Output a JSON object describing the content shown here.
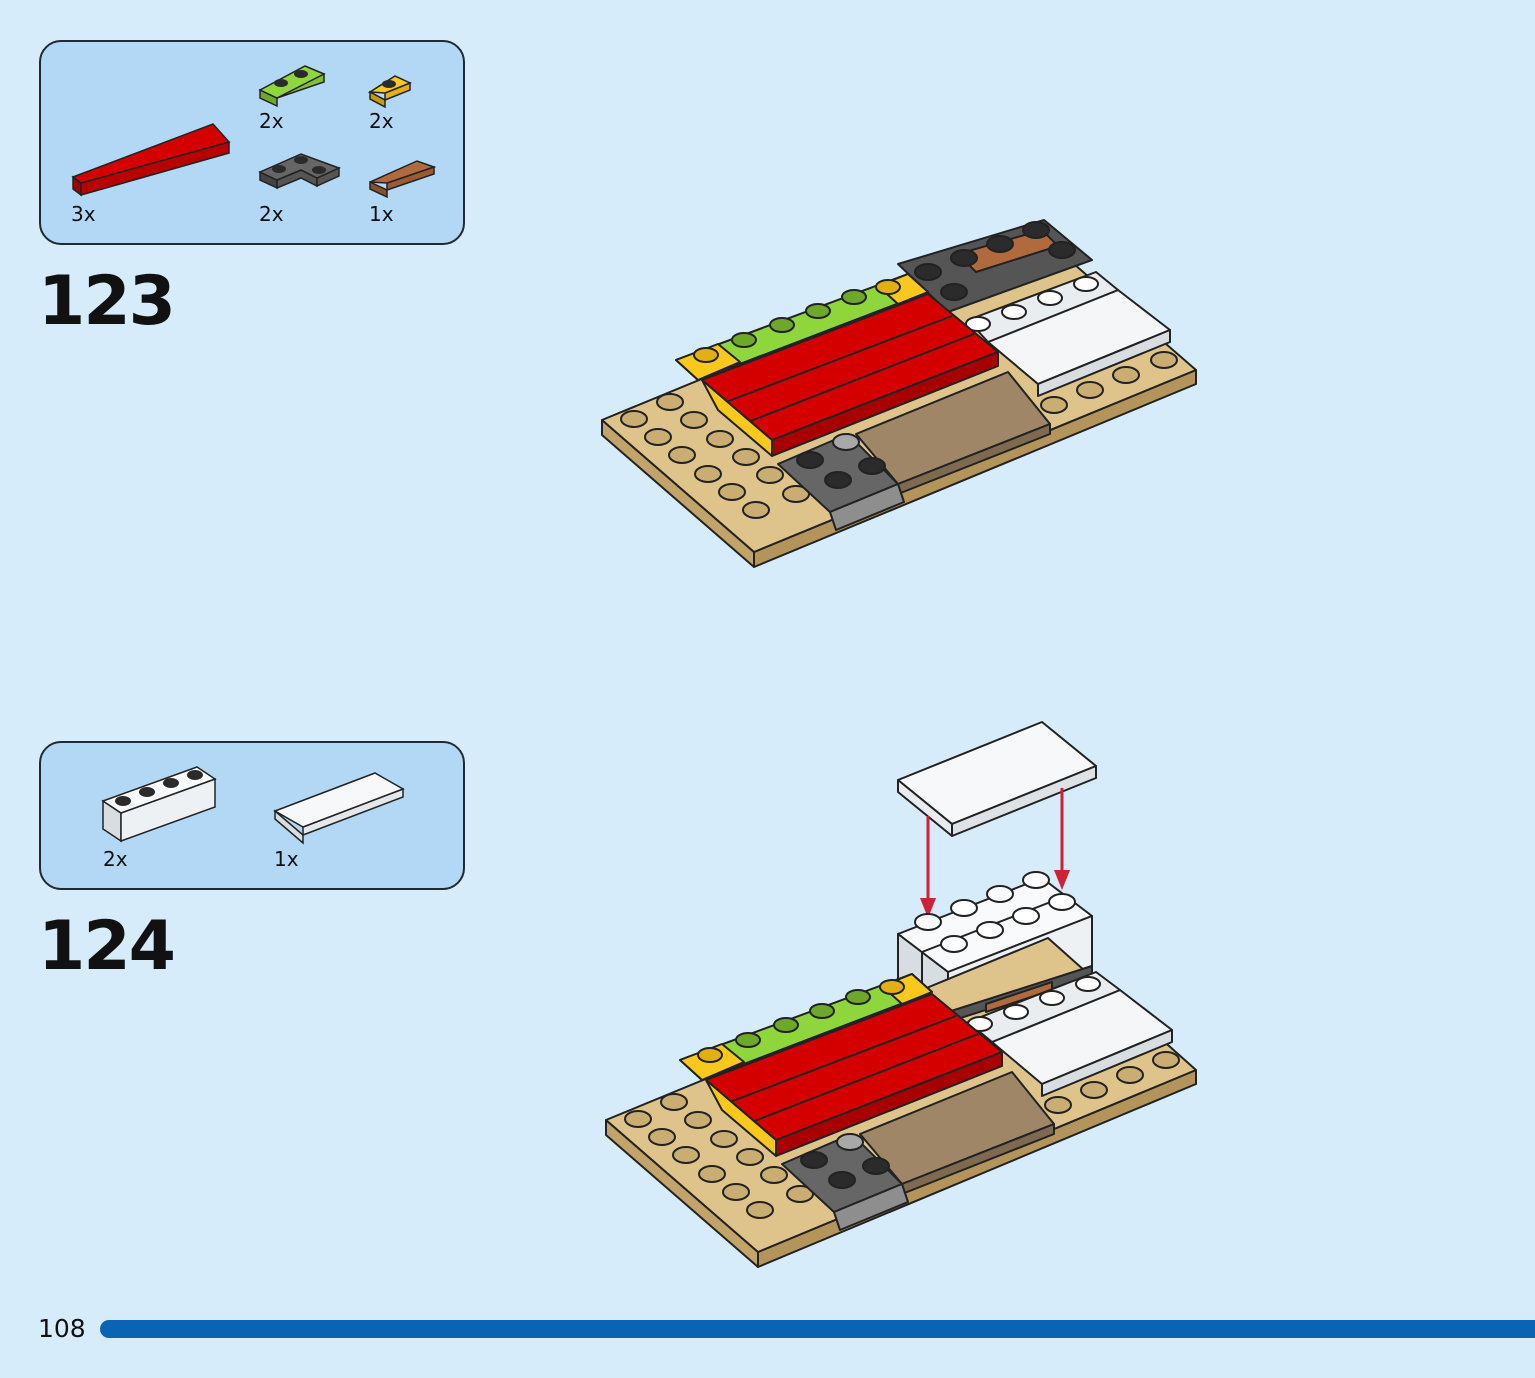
{
  "steps": [
    {
      "number": "123",
      "parts": [
        {
          "name": "red-tile-1x8",
          "qty": "3x",
          "color": "#d40000"
        },
        {
          "name": "lime-plate-1x2",
          "qty": "2x",
          "color": "#8fd63c"
        },
        {
          "name": "yellow-plate-1x1",
          "qty": "2x",
          "color": "#f8c81c"
        },
        {
          "name": "dark-gray-corner-plate",
          "qty": "2x",
          "color": "#666666"
        },
        {
          "name": "brown-tile-1x2",
          "qty": "1x",
          "color": "#b06a3e"
        }
      ]
    },
    {
      "number": "124",
      "parts": [
        {
          "name": "white-brick-1x4",
          "qty": "2x",
          "color": "#f4f6f8"
        },
        {
          "name": "white-tile-2x4",
          "qty": "1x",
          "color": "#f4f6f8"
        }
      ]
    }
  ],
  "page": {
    "number": "108",
    "accent": "#0b64b3",
    "background": "#d6ecfb"
  }
}
